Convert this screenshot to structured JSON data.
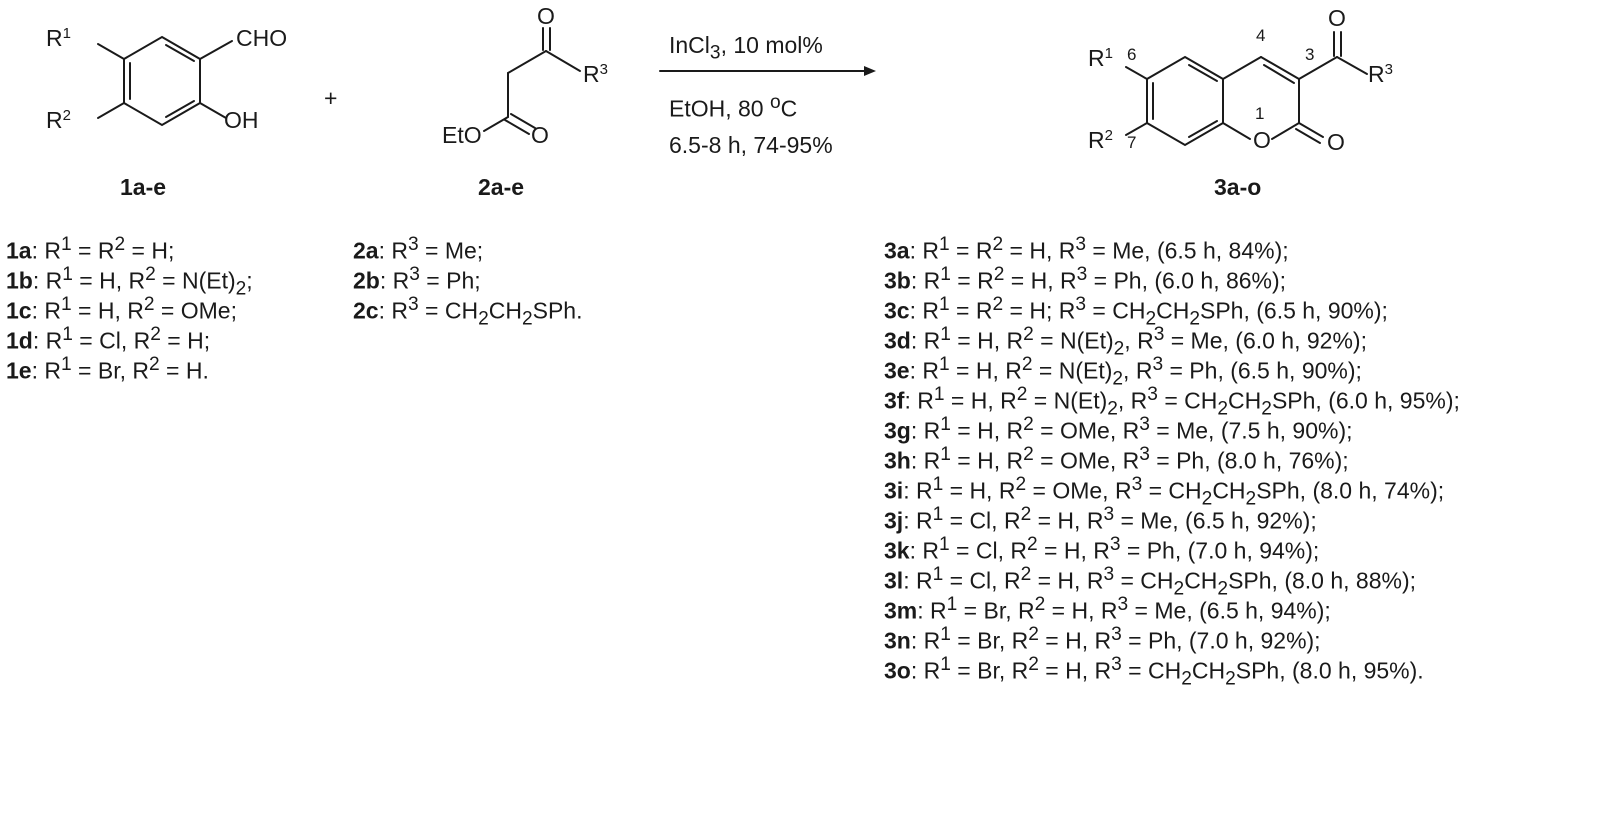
{
  "reaction": {
    "plus": "+",
    "conditions": {
      "line1": "InCl<sub>3</sub>, 10 mol%",
      "line2": "EtOH, 80 <sup>o</sup>C",
      "line3": "6.5-8 h, 74-95%"
    }
  },
  "structures": {
    "s1": {
      "label": "1a-e",
      "atoms": {
        "r1": "R<tspan dy=\"-8\" font-size=\"15\">1</tspan>",
        "r2": "R<tspan dy=\"-8\" font-size=\"15\">2</tspan>",
        "cho": "CHO",
        "oh": "OH"
      }
    },
    "s2": {
      "label": "2a-e",
      "atoms": {
        "o_top": "O",
        "r3": "R<tspan dy=\"-8\" font-size=\"15\">3</tspan>",
        "eto": "EtO",
        "o_ester": "O"
      }
    },
    "s3": {
      "label": "3a-o",
      "atoms": {
        "o_top": "O",
        "r3": "R<tspan dy=\"-8\" font-size=\"15\">3</tspan>",
        "r1": "R<tspan dy=\"-8\" font-size=\"15\">1</tspan>",
        "r2": "R<tspan dy=\"-8\" font-size=\"15\">2</tspan>",
        "o_ring": "O",
        "o_carbonyl": "O",
        "n1": "1",
        "n3": "3",
        "n4": "4",
        "n6": "6",
        "n7": "7"
      }
    }
  },
  "lists": {
    "list1": [
      "<b>1a</b>: R<sup>1</sup> = R<sup>2</sup> = H;",
      "<b>1b</b>: R<sup>1</sup> = H, R<sup>2</sup> = N(Et)<sub>2</sub>;",
      "<b>1c</b>: R<sup>1</sup> = H, R<sup>2</sup> = OMe;",
      "<b>1d</b>: R<sup>1</sup> = Cl, R<sup>2</sup> = H;",
      "<b>1e</b>: R<sup>1</sup> = Br, R<sup>2</sup> = H."
    ],
    "list2": [
      "<b>2a</b>: R<sup>3</sup> = Me;",
      "<b>2b</b>: R<sup>3</sup> = Ph;",
      "<b>2c</b>: R<sup>3</sup> = CH<sub>2</sub>CH<sub>2</sub>SPh."
    ],
    "list3": [
      "<b>3a</b>: R<sup>1</sup> = R<sup>2</sup> = H, R<sup>3</sup> = Me, (6.5 h, 84%);",
      "<b>3b</b>: R<sup>1</sup> = R<sup>2</sup> = H, R<sup>3</sup> = Ph, (6.0 h, 86%);",
      "<b>3c</b>: R<sup>1</sup> = R<sup>2</sup> = H; R<sup>3</sup> = CH<sub>2</sub>CH<sub>2</sub>SPh, (6.5 h, 90%);",
      "<b>3d</b>: R<sup>1</sup> = H, R<sup>2</sup> = N(Et)<sub>2</sub>, R<sup>3</sup> = Me, (6.0 h, 92%);",
      "<b>3e</b>: R<sup>1</sup> = H, R<sup>2</sup> = N(Et)<sub>2</sub>, R<sup>3</sup> = Ph, (6.5 h, 90%);",
      "<b>3f</b>: R<sup>1</sup> = H, R<sup>2</sup> = N(Et)<sub>2</sub>, R<sup>3</sup> = CH<sub>2</sub>CH<sub>2</sub>SPh, (6.0 h, 95%);",
      "<b>3g</b>: R<sup>1</sup> = H, R<sup>2</sup> = OMe, R<sup>3</sup> = Me, (7.5 h, 90%);",
      "<b>3h</b>: R<sup>1</sup> = H, R<sup>2</sup> = OMe, R<sup>3</sup> = Ph, (8.0 h, 76%);",
      "<b>3i</b>: R<sup>1</sup> = H, R<sup>2</sup> = OMe, R<sup>3</sup> = CH<sub>2</sub>CH<sub>2</sub>SPh, (8.0 h, 74%);",
      "<b>3j</b>: R<sup>1</sup> = Cl, R<sup>2</sup> = H, R<sup>3</sup> = Me, (6.5 h, 92%);",
      "<b>3k</b>: R<sup>1</sup> = Cl, R<sup>2</sup> = H, R<sup>3</sup> = Ph, (7.0 h, 94%);",
      "<b>3l</b>: R<sup>1</sup> = Cl, R<sup>2</sup> = H, R<sup>3</sup> = CH<sub>2</sub>CH<sub>2</sub>SPh, (8.0 h, 88%);",
      "<b>3m</b>: R<sup>1</sup> = Br, R<sup>2</sup> = H, R<sup>3</sup> = Me, (6.5 h, 94%);",
      "<b>3n</b>: R<sup>1</sup> = Br, R<sup>2</sup> = H, R<sup>3</sup> = Ph, (7.0 h, 92%);",
      "<b>3o</b>: R<sup>1</sup> = Br, R<sup>2</sup> = H, R<sup>3</sup> = CH<sub>2</sub>CH<sub>2</sub>SPh, (8.0 h, 95%)."
    ]
  }
}
